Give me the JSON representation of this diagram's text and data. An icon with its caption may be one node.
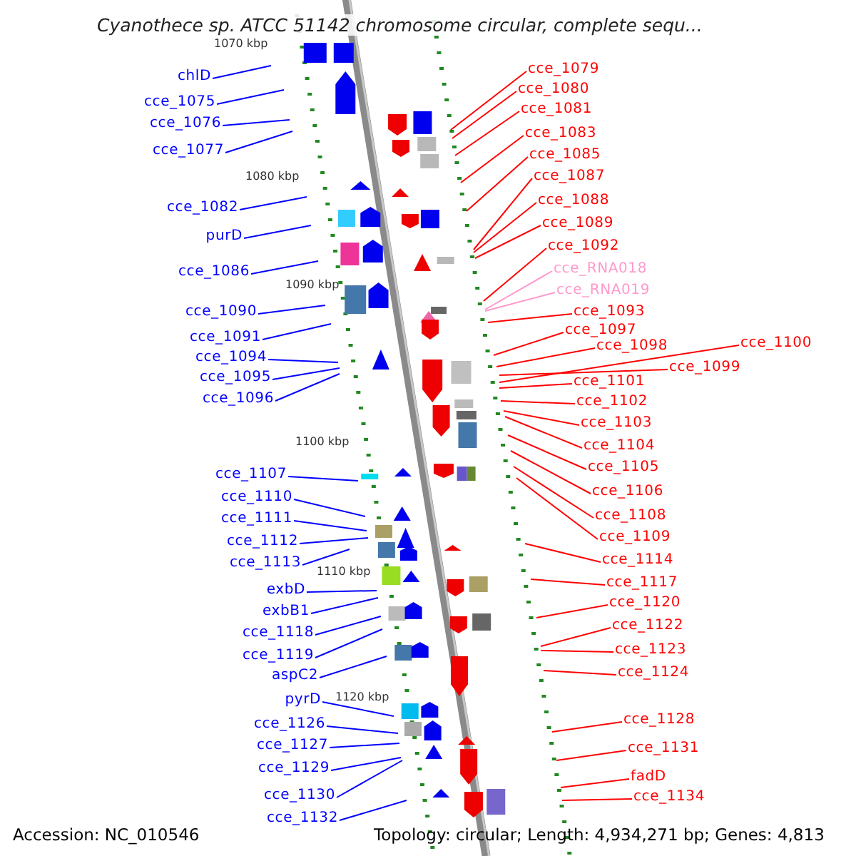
{
  "diagram": {
    "title": "Cyanothece sp. ATCC 51142 chromosome circular, complete sequ...",
    "nodes": [
      {
        "text": [
          "chlD"
        ]
      },
      {
        "text": [
          "cce_1075"
        ]
      },
      {
        "text": [
          "cce_1076"
        ]
      },
      {
        "text": [
          "cce_1077"
        ]
      },
      {
        "text": [
          "cce_1082"
        ]
      },
      {
        "text": [
          "purD"
        ]
      },
      {
        "text": [
          "cce_1086"
        ]
      },
      {
        "text": [
          "cce_1090"
        ]
      },
      {
        "text": [
          "cce_1091"
        ]
      },
      {
        "text": [
          "cce_1094"
        ]
      },
      {
        "text": [
          "cce_1095"
        ]
      },
      {
        "text": [
          "cce_1096"
        ]
      },
      {
        "text": [
          "cce_1107"
        ]
      },
      {
        "text": [
          "cce_1110"
        ]
      },
      {
        "text": [
          "cce_1111"
        ]
      },
      {
        "text": [
          "cce_1112"
        ]
      },
      {
        "text": [
          "cce_1113"
        ]
      },
      {
        "text": [
          "exbD"
        ]
      },
      {
        "text": [
          "exbB1"
        ]
      },
      {
        "text": [
          "cce_1118"
        ]
      },
      {
        "text": [
          "cce_1119"
        ]
      },
      {
        "text": [
          "aspC2"
        ]
      },
      {
        "text": [
          "pyrD"
        ]
      },
      {
        "text": [
          "cce_1126"
        ]
      },
      {
        "text": [
          "cce_1127"
        ]
      },
      {
        "text": [
          "cce_1129"
        ]
      },
      {
        "text": [
          "cce_1130"
        ]
      },
      {
        "text": [
          "cce_1132"
        ]
      },
      {
        "text": [
          "cce_1079"
        ]
      },
      {
        "text": [
          "cce_1080"
        ]
      },
      {
        "text": [
          "cce_1081"
        ]
      },
      {
        "text": [
          "cce_1083"
        ]
      },
      {
        "text": [
          "cce_1085"
        ]
      },
      {
        "text": [
          "cce_1087"
        ]
      },
      {
        "text": [
          "cce_1088"
        ]
      },
      {
        "text": [
          "cce_1089"
        ]
      },
      {
        "text": [
          "cce_1092"
        ]
      },
      {
        "text": [
          "cce_RNA018"
        ]
      },
      {
        "text": [
          "cce_RNA019"
        ]
      },
      {
        "text": [
          "cce_1093"
        ]
      },
      {
        "text": [
          "cce_1097"
        ]
      },
      {
        "text": [
          "cce_1098"
        ]
      },
      {
        "text": [
          "cce_1099"
        ]
      },
      {
        "text": [
          "cce_1100"
        ]
      },
      {
        "text": [
          "cce_1101"
        ]
      },
      {
        "text": [
          "cce_1102"
        ]
      },
      {
        "text": [
          "cce_1103"
        ]
      },
      {
        "text": [
          "cce_1104"
        ]
      },
      {
        "text": [
          "cce_1105"
        ]
      },
      {
        "text": [
          "cce_1106"
        ]
      },
      {
        "text": [
          "cce_1108"
        ]
      },
      {
        "text": [
          "cce_1109"
        ]
      },
      {
        "text": [
          "cce_1114"
        ]
      },
      {
        "text": [
          "cce_1117"
        ]
      },
      {
        "text": [
          "cce_1120"
        ]
      },
      {
        "text": [
          "cce_1122"
        ]
      },
      {
        "text": [
          "cce_1123"
        ]
      },
      {
        "text": [
          "cce_1124"
        ]
      },
      {
        "text": [
          "cce_1128"
        ]
      },
      {
        "text": [
          "cce_1131"
        ]
      },
      {
        "text": [
          "fadD"
        ]
      },
      {
        "text": [
          "cce_1134"
        ]
      }
    ],
    "edges": [
      {
        "from": 0,
        "to": null,
        "arrow": "none",
        "color": "#0000ff"
      },
      {
        "from": 1,
        "to": null,
        "arrow": "none",
        "color": "#0000ff"
      },
      {
        "from": 2,
        "to": null,
        "arrow": "none",
        "color": "#0000ff"
      },
      {
        "from": 3,
        "to": null,
        "arrow": "none",
        "color": "#0000ff"
      },
      {
        "from": 4,
        "to": null,
        "arrow": "none",
        "color": "#0000ff"
      },
      {
        "from": 5,
        "to": null,
        "arrow": "none",
        "color": "#0000ff"
      },
      {
        "from": 6,
        "to": null,
        "arrow": "none",
        "color": "#0000ff"
      },
      {
        "from": 7,
        "to": null,
        "arrow": "none",
        "color": "#0000ff"
      },
      {
        "from": 8,
        "to": null,
        "arrow": "none",
        "color": "#0000ff"
      },
      {
        "from": 9,
        "to": null,
        "arrow": "none",
        "color": "#0000ff"
      },
      {
        "from": 10,
        "to": null,
        "arrow": "none",
        "color": "#0000ff"
      },
      {
        "from": 11,
        "to": null,
        "arrow": "none",
        "color": "#0000ff"
      },
      {
        "from": 12,
        "to": null,
        "arrow": "none",
        "color": "#0000ff"
      },
      {
        "from": 13,
        "to": null,
        "arrow": "none",
        "color": "#0000ff"
      },
      {
        "from": 14,
        "to": null,
        "arrow": "none",
        "color": "#0000ff"
      },
      {
        "from": 15,
        "to": null,
        "arrow": "none",
        "color": "#0000ff"
      },
      {
        "from": 16,
        "to": null,
        "arrow": "none",
        "color": "#0000ff"
      },
      {
        "from": 17,
        "to": null,
        "arrow": "none",
        "color": "#0000ff"
      },
      {
        "from": 18,
        "to": null,
        "arrow": "none",
        "color": "#0000ff"
      },
      {
        "from": 19,
        "to": null,
        "arrow": "none",
        "color": "#0000ff"
      },
      {
        "from": 20,
        "to": null,
        "arrow": "none",
        "color": "#0000ff"
      },
      {
        "from": 21,
        "to": null,
        "arrow": "none",
        "color": "#0000ff"
      },
      {
        "from": 22,
        "to": null,
        "arrow": "none",
        "color": "#0000ff"
      },
      {
        "from": 23,
        "to": null,
        "arrow": "none",
        "color": "#0000ff"
      },
      {
        "from": 24,
        "to": null,
        "arrow": "none",
        "color": "#0000ff"
      },
      {
        "from": 25,
        "to": null,
        "arrow": "none",
        "color": "#0000ff"
      },
      {
        "from": 26,
        "to": null,
        "arrow": "none",
        "color": "#0000ff"
      },
      {
        "from": 27,
        "to": null,
        "arrow": "none",
        "color": "#0000ff"
      },
      {
        "from": 28,
        "to": null,
        "arrow": "none"
      },
      {
        "from": 29,
        "to": null,
        "arrow": "none"
      },
      {
        "from": 30,
        "to": null,
        "arrow": "none"
      },
      {
        "from": 31,
        "to": null,
        "arrow": "none"
      },
      {
        "from": 32,
        "to": null,
        "arrow": "none"
      },
      {
        "from": 33,
        "to": null,
        "arrow": "none"
      },
      {
        "from": 34,
        "to": null,
        "arrow": "none"
      },
      {
        "from": 35,
        "to": null,
        "arrow": "none"
      },
      {
        "from": 36,
        "to": null,
        "arrow": "none"
      },
      {
        "from": 37,
        "to": null,
        "arrow": "none",
        "color": "#ff99cc"
      },
      {
        "from": 38,
        "to": null,
        "arrow": "none",
        "color": "#ff99cc"
      },
      {
        "from": 39,
        "to": null,
        "arrow": "none"
      },
      {
        "from": 40,
        "to": null,
        "arrow": "none"
      },
      {
        "from": 41,
        "to": null,
        "arrow": "none"
      },
      {
        "from": 42,
        "to": null,
        "arrow": "none"
      },
      {
        "from": 43,
        "to": null,
        "arrow": "none"
      },
      {
        "from": 44,
        "to": null,
        "arrow": "none"
      },
      {
        "from": 45,
        "to": null,
        "arrow": "none"
      },
      {
        "from": 46,
        "to": null,
        "arrow": "none"
      },
      {
        "from": 47,
        "to": null,
        "arrow": "none"
      },
      {
        "from": 48,
        "to": null,
        "arrow": "none"
      },
      {
        "from": 49,
        "to": null,
        "arrow": "none"
      },
      {
        "from": 50,
        "to": null,
        "arrow": "none"
      },
      {
        "from": 51,
        "to": null,
        "arrow": "none"
      },
      {
        "from": 52,
        "to": null,
        "arrow": "none"
      },
      {
        "from": 53,
        "to": null,
        "arrow": "none"
      },
      {
        "from": 54,
        "to": null,
        "arrow": "none"
      },
      {
        "from": 55,
        "to": null,
        "arrow": "none"
      },
      {
        "from": 56,
        "to": null,
        "arrow": "none"
      },
      {
        "from": 57,
        "to": null,
        "arrow": "none"
      },
      {
        "from": 58,
        "to": null,
        "arrow": "none"
      },
      {
        "from": 59,
        "to": null,
        "arrow": "none"
      },
      {
        "from": 60,
        "to": null,
        "arrow": "none"
      },
      {
        "from": 61,
        "to": null,
        "arrow": "none"
      }
    ],
    "labels": [
      "1070 kbp",
      "1080 kbp",
      "1090 kbp",
      "1100 kbp",
      "1110 kbp",
      "1120 kbp",
      "Accession: NC_010546",
      "Topology: circular; Length: 4,934,271 bp; Genes: 4,813"
    ]
  }
}
